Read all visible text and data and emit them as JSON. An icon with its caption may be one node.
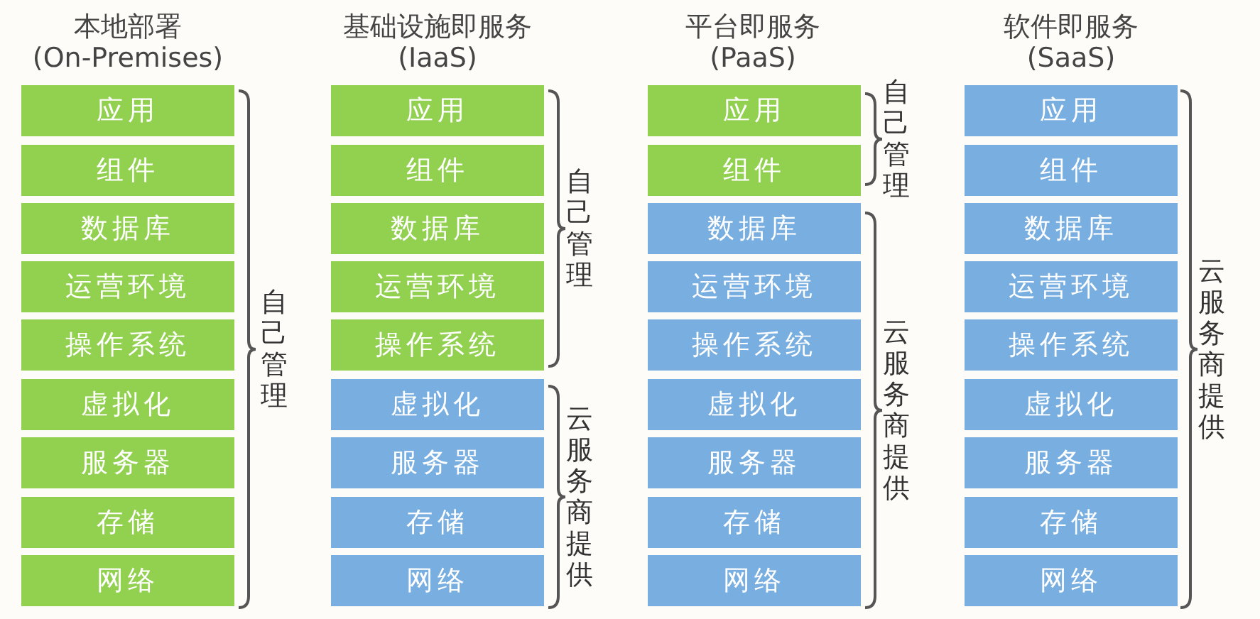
{
  "diagram": {
    "nodes": [
      {
        "text": [
          "应用"
        ]
      },
      {
        "text": [
          "组件"
        ]
      },
      {
        "text": [
          "数据库"
        ]
      },
      {
        "text": [
          "运营环境"
        ]
      },
      {
        "text": [
          "操作系统"
        ]
      },
      {
        "text": [
          "虚拟化"
        ]
      },
      {
        "text": [
          "服务器"
        ]
      },
      {
        "text": [
          "存储"
        ]
      },
      {
        "text": [
          "网络"
        ]
      },
      {
        "text": [
          "应用"
        ]
      },
      {
        "text": [
          "组件"
        ]
      },
      {
        "text": [
          "数据库"
        ]
      },
      {
        "text": [
          "运营环境"
        ]
      },
      {
        "text": [
          "操作系统"
        ]
      },
      {
        "text": [
          "虚拟化"
        ]
      },
      {
        "text": [
          "服务器"
        ]
      },
      {
        "text": [
          "存储"
        ]
      },
      {
        "text": [
          "网络"
        ]
      },
      {
        "text": [
          "应用"
        ]
      },
      {
        "text": [
          "组件"
        ]
      },
      {
        "text": [
          "数据库"
        ]
      },
      {
        "text": [
          "运营环境"
        ]
      },
      {
        "text": [
          "操作系统"
        ]
      },
      {
        "text": [
          "虚拟化"
        ]
      },
      {
        "text": [
          "服务器"
        ]
      },
      {
        "text": [
          "存储"
        ]
      },
      {
        "text": [
          "网络"
        ]
      },
      {
        "text": [
          "应用"
        ]
      },
      {
        "text": [
          "组件"
        ]
      },
      {
        "text": [
          "数据库"
        ]
      },
      {
        "text": [
          "运营环境"
        ]
      },
      {
        "text": [
          "操作系统"
        ]
      },
      {
        "text": [
          "虚拟化"
        ]
      },
      {
        "text": [
          "服务器"
        ]
      },
      {
        "text": [
          "存储"
        ]
      },
      {
        "text": [
          "网络"
        ]
      }
    ],
    "labels": [
      "本地部署",
      "(On-Premises)",
      "基础设施即服务",
      "(IaaS)",
      "平台即服务",
      "(PaaS)",
      "软件即服务",
      "(SaaS)",
      "自己管理",
      "自己管理",
      "云服务商提供",
      "自己管理",
      "云服务商提供",
      "云服务商提供"
    ]
  }
}
